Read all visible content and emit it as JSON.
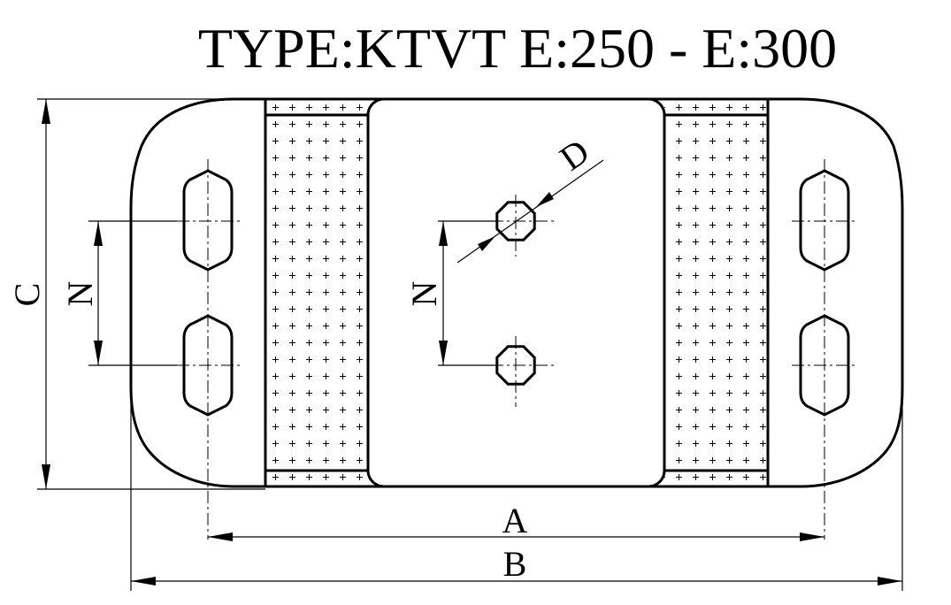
{
  "title": "TYPE:KTVT E:250 - E:300",
  "dimensions": {
    "A": "A",
    "B": "B",
    "C": "C",
    "D": "D",
    "N_left": "N",
    "N_center": "N"
  }
}
